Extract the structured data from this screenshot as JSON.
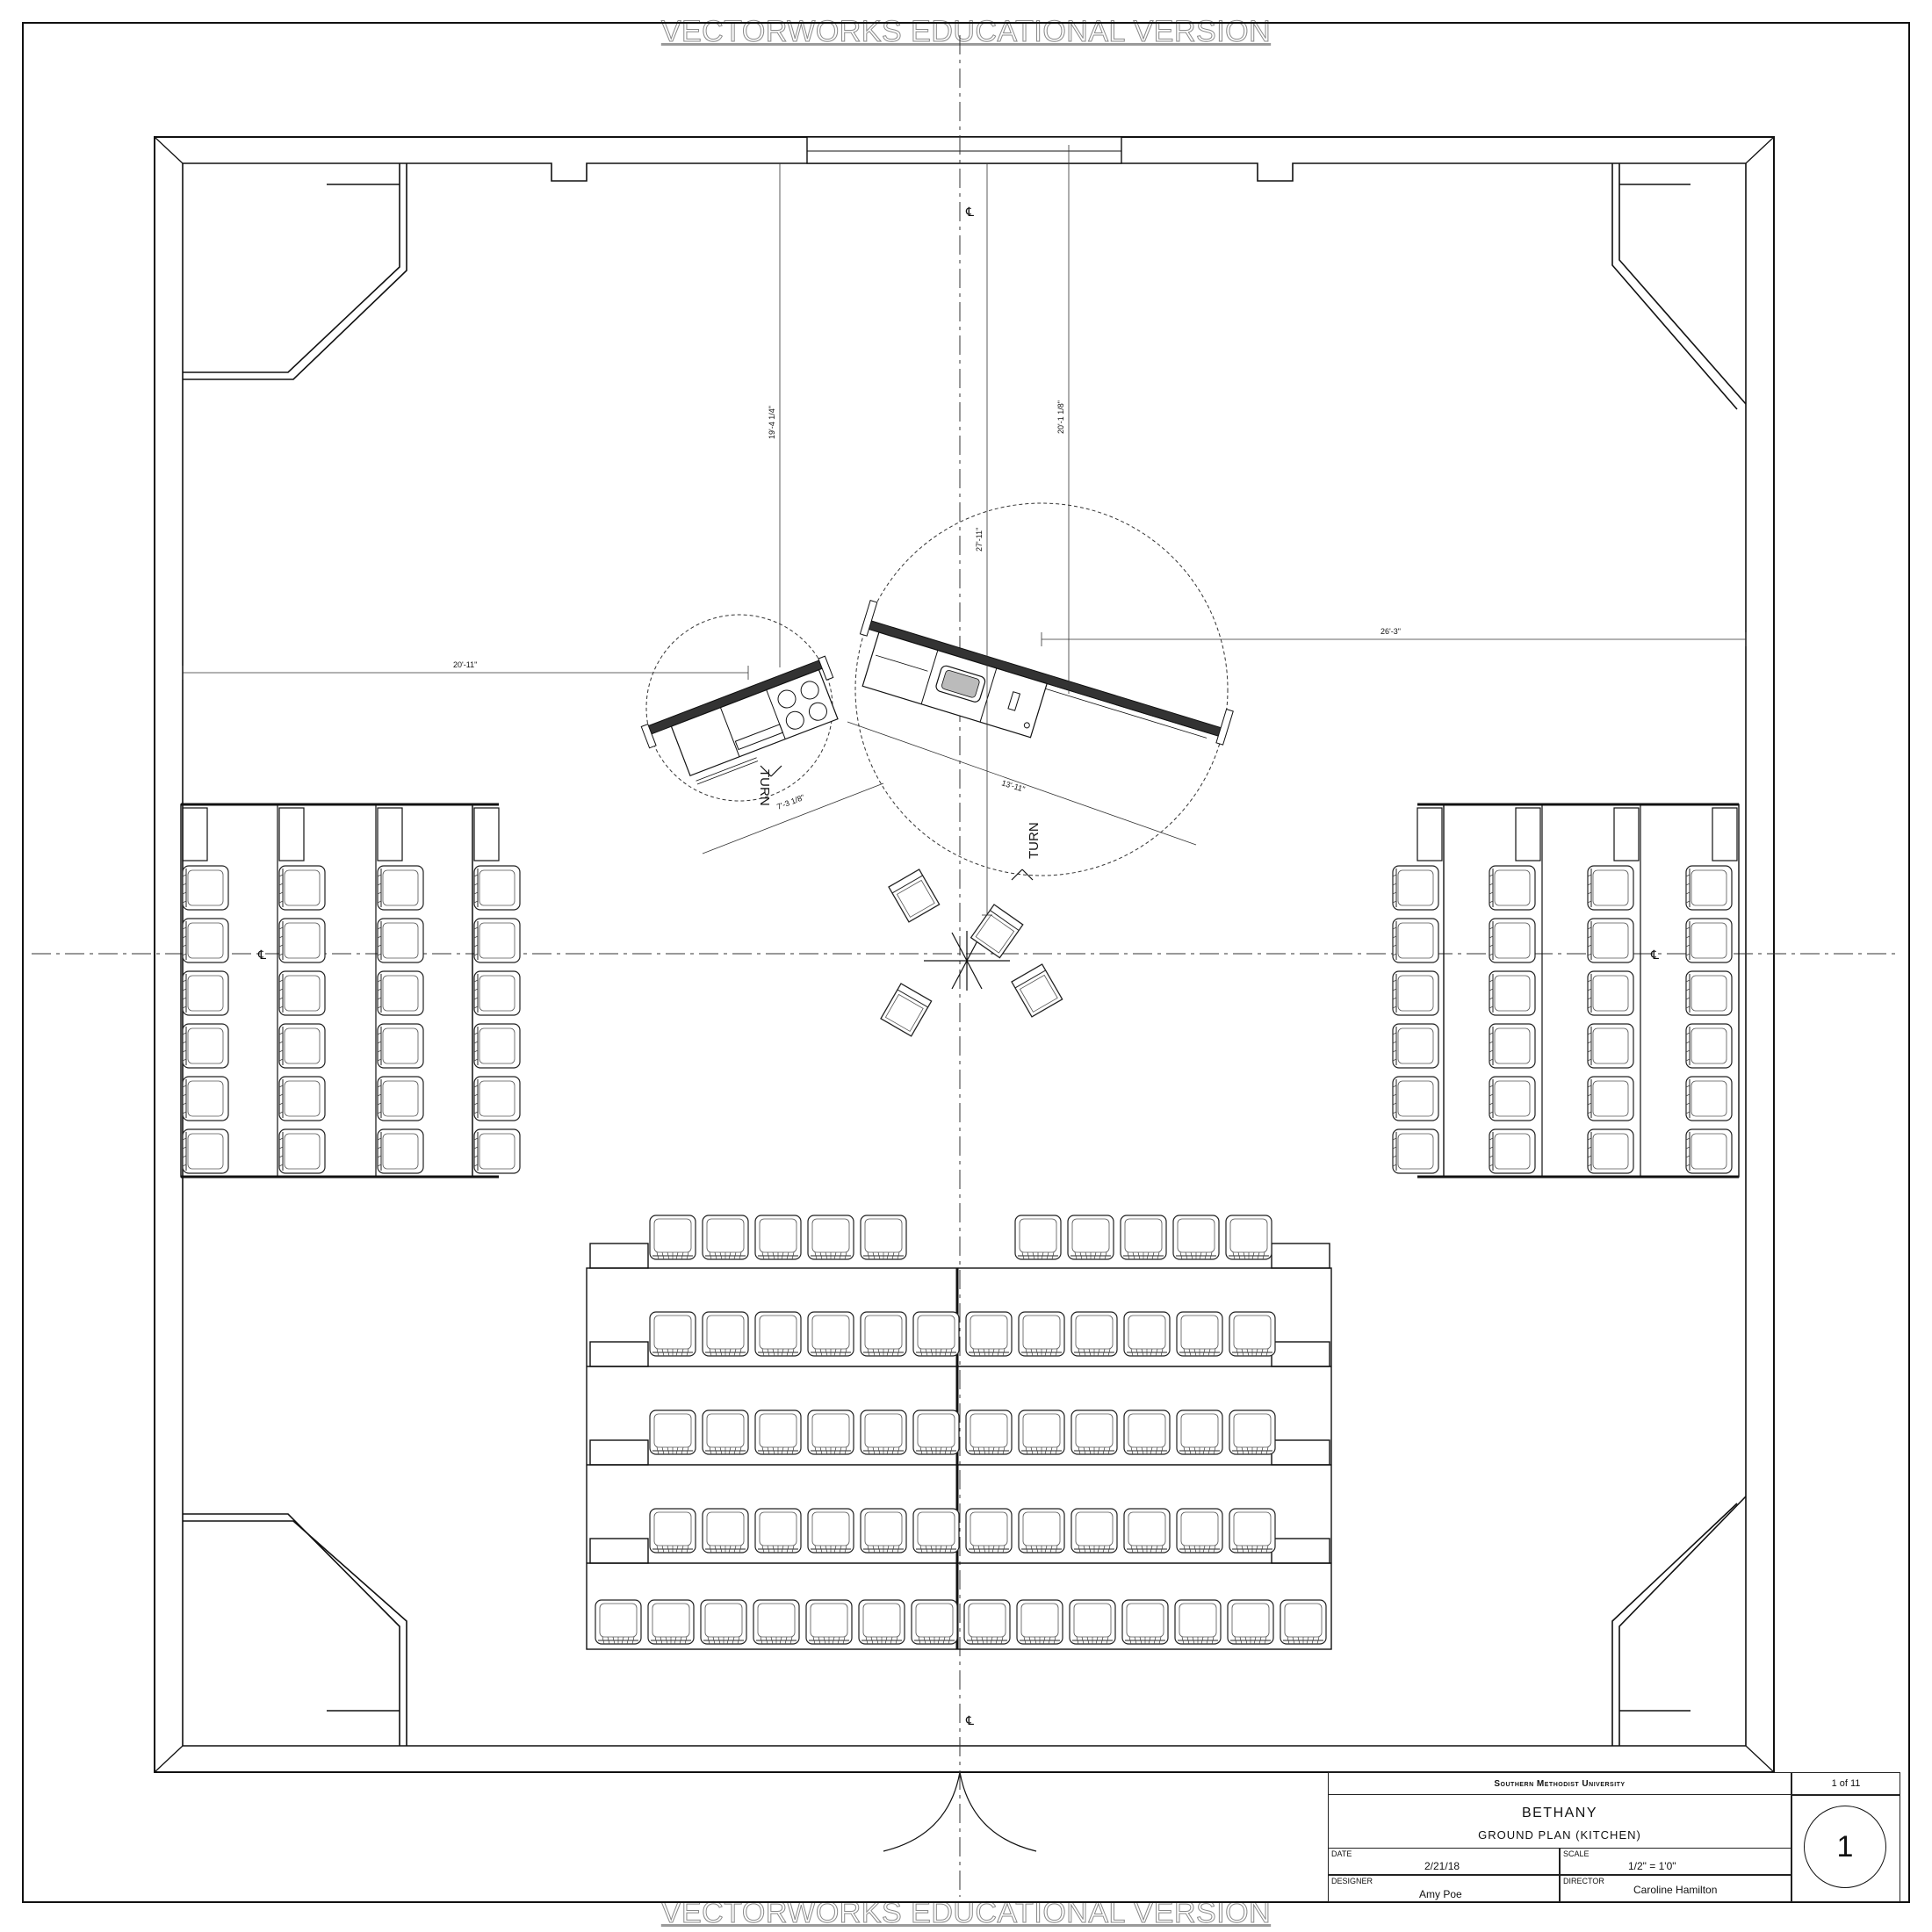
{
  "watermark": "VECTORWORKS EDUCATIONAL VERSION",
  "title_block": {
    "school": "Southern Methodist University",
    "production": "BETHANY",
    "drawing": "GROUND PLAN (KITCHEN)",
    "date_label": "DATE",
    "date": "2/21/18",
    "scale_label": "SCALE",
    "scale": "1/2\" = 1'0\"",
    "designer_label": "DESIGNER",
    "designer": "Amy Poe",
    "director_label": "DIRECTOR",
    "director": "Caroline Hamilton",
    "sheet_count": "1 of 11",
    "sheet_number": "1"
  },
  "plan": {
    "dimensions": {
      "left_offset": "20'-11\"",
      "right_offset": "26'-3\"",
      "depth_a": "19'-4 1/4\"",
      "depth_b": "20'-1 1/8\"",
      "depth_c": "27'-11\"",
      "unit_a_width": "7'-3 1/8\"",
      "unit_b_width": "13'-11\""
    },
    "turn_label": "TURN",
    "centerline_symbol": "℄"
  }
}
